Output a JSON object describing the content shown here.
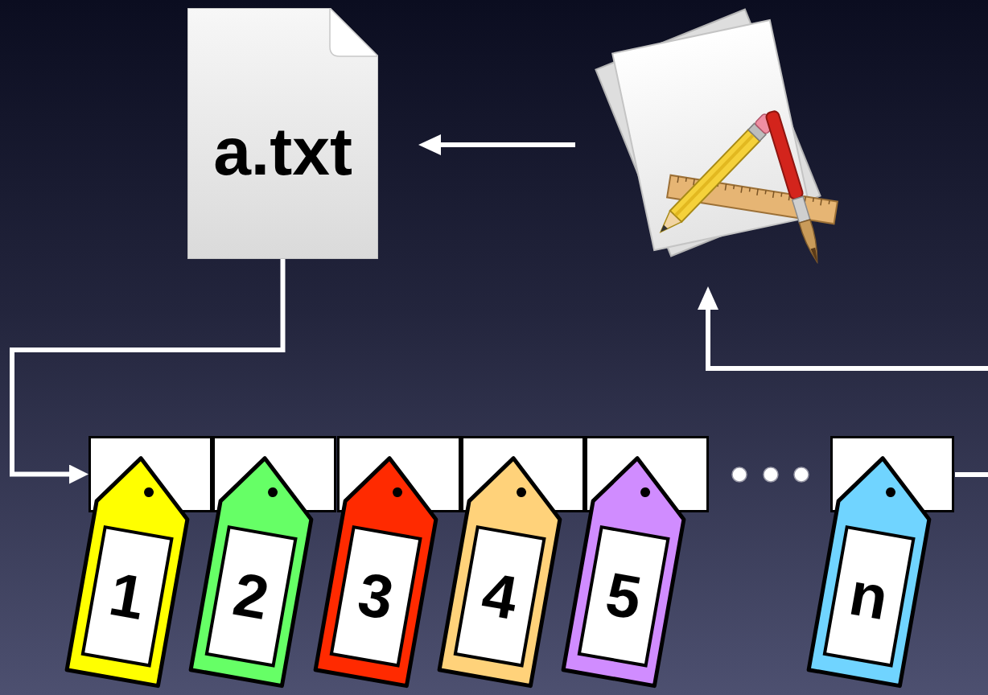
{
  "diagram": {
    "nodes": [
      {
        "text": [
          "a.txt"
        ]
      },
      {
        "text": [
          "1"
        ]
      },
      {
        "text": [
          "2"
        ]
      },
      {
        "text": [
          "3"
        ]
      },
      {
        "text": [
          "4"
        ]
      },
      {
        "text": [
          "5"
        ]
      },
      {
        "text": [
          "n"
        ]
      }
    ],
    "edges": [
      {
        "from": 0,
        "to": 1,
        "arrow": "to"
      }
    ]
  }
}
